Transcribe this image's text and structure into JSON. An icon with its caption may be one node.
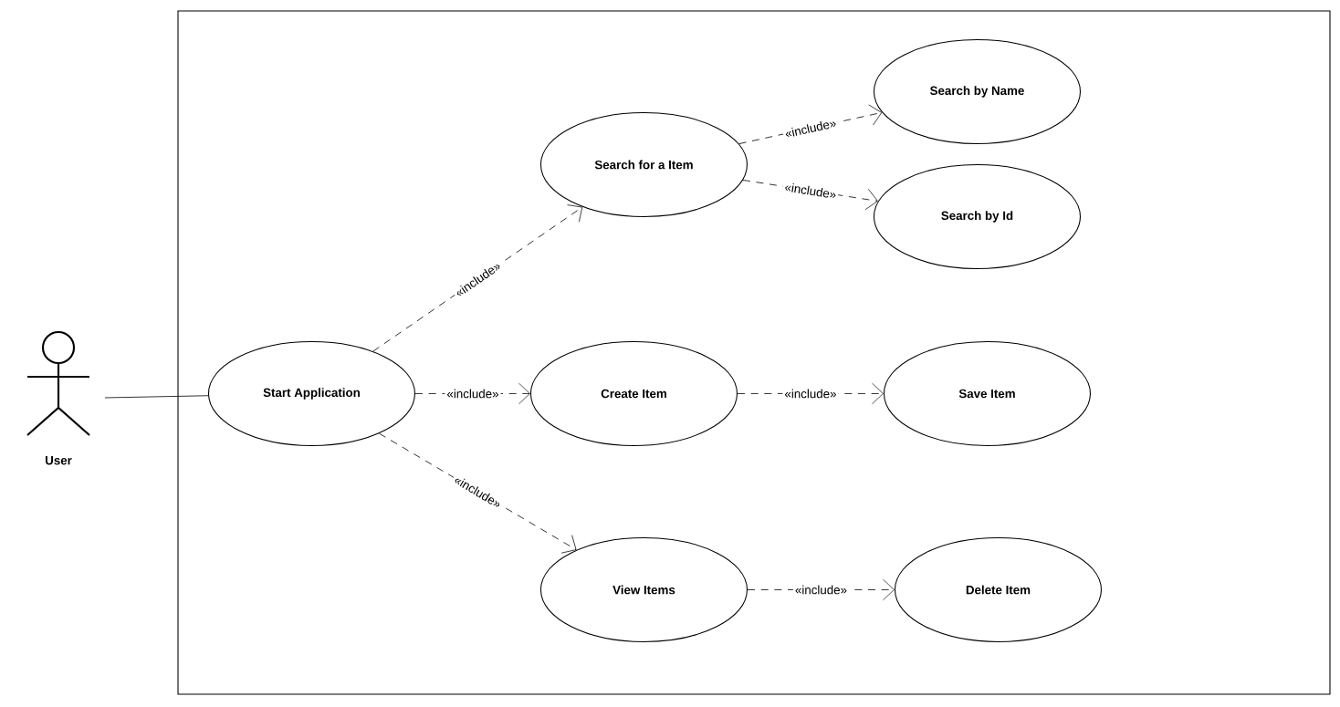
{
  "diagram": {
    "nodes": [
      {
        "text": [],
        "shape": "box"
      },
      {
        "text": [
          "User"
        ]
      },
      {
        "text": [
          "Start Application"
        ],
        "in": 0
      },
      {
        "text": [
          "Search for a Item"
        ],
        "in": 0
      },
      {
        "text": [
          "Search by Name"
        ],
        "in": 0
      },
      {
        "text": [
          "Search by Id"
        ],
        "in": 0
      },
      {
        "text": [
          "Create Item"
        ],
        "in": 0
      },
      {
        "text": [
          "Save Item"
        ],
        "in": 0
      },
      {
        "text": [
          "View Items"
        ],
        "in": 0
      },
      {
        "text": [
          "Delete Item"
        ],
        "in": 0
      }
    ],
    "edges": [
      {
        "from": 1,
        "to": 2,
        "arrow": "none"
      },
      {
        "from": 2,
        "to": 3,
        "arrow": "to",
        "label": "«include»",
        "style": "dashed"
      },
      {
        "from": 2,
        "to": 6,
        "arrow": "to",
        "label": "«include»",
        "style": "dashed"
      },
      {
        "from": 2,
        "to": 8,
        "arrow": "to",
        "label": "«include»",
        "style": "dashed"
      },
      {
        "from": 3,
        "to": 4,
        "arrow": "to",
        "label": "«include»",
        "style": "dashed"
      },
      {
        "from": 3,
        "to": 5,
        "arrow": "to",
        "label": "«include»",
        "style": "dashed"
      },
      {
        "from": 6,
        "to": 7,
        "arrow": "to",
        "label": "«include»",
        "style": "dashed"
      },
      {
        "from": 8,
        "to": 9,
        "arrow": "to",
        "label": "«include»",
        "style": "dashed"
      }
    ]
  }
}
